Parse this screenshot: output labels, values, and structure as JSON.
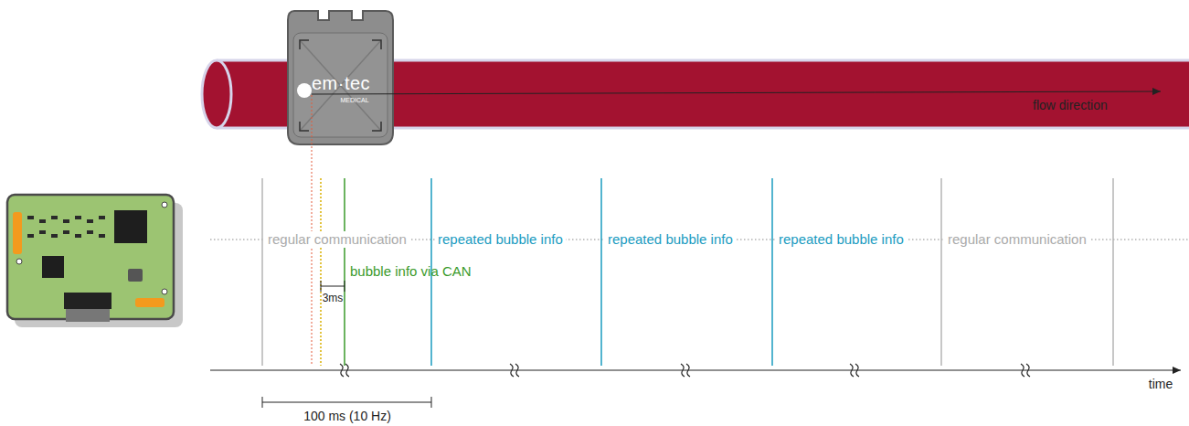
{
  "diagram": {
    "labels": [
      "em·tec",
      "MEDICAL",
      "flow direction",
      "regular communication",
      "repeated bubble info",
      "repeated bubble info",
      "repeated bubble info",
      "regular communication",
      "bubble info via CAN",
      "3ms",
      "100 ms (10 Hz)",
      "time"
    ]
  }
}
